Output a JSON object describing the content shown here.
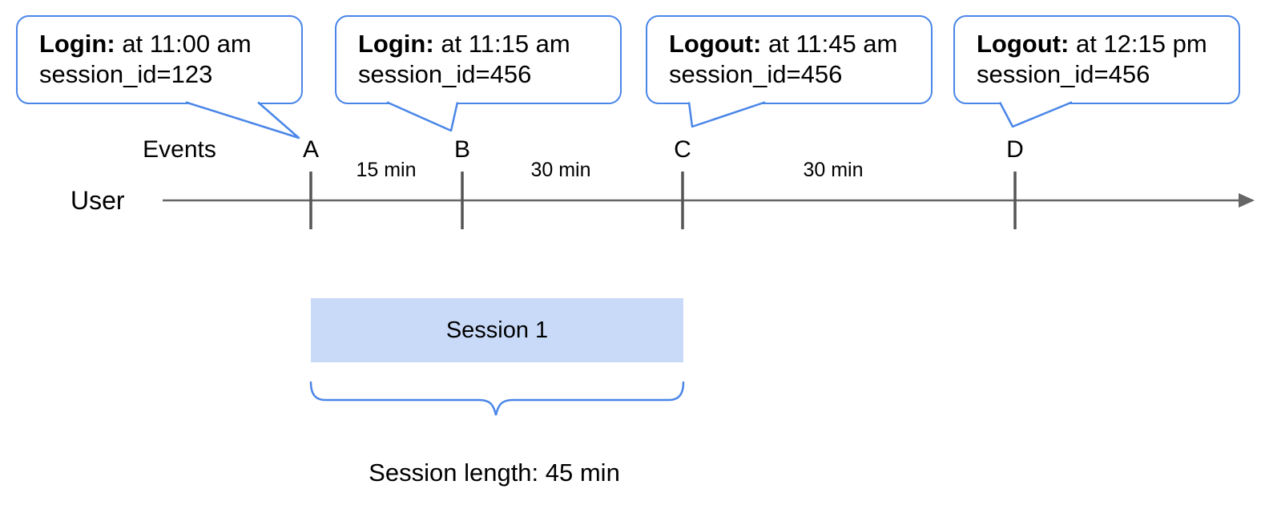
{
  "diagram": {
    "events": [
      {
        "id": "A",
        "type_label": "Login:",
        "time_text": "at 11:00 am",
        "session_text": "session_id=123"
      },
      {
        "id": "B",
        "type_label": "Login:",
        "time_text": "at 11:15 am",
        "session_text": "session_id=456"
      },
      {
        "id": "C",
        "type_label": "Logout:",
        "time_text": "at 11:45 am",
        "session_text": "session_id=456"
      },
      {
        "id": "D",
        "type_label": "Logout:",
        "time_text": "at 12:15 pm",
        "session_text": "session_id=456"
      }
    ],
    "axis": {
      "events_label": "Events",
      "user_label": "User"
    },
    "intervals": [
      {
        "label": "15 min"
      },
      {
        "label": "30 min"
      },
      {
        "label": "30 min"
      }
    ],
    "session_box": {
      "label": "Session 1"
    },
    "session_length_label": "Session length: 45 min",
    "colors": {
      "accent_blue": "#4a86e8",
      "session_fill": "#c9daf8",
      "line_gray": "#666666",
      "tick_gray": "#555555",
      "text": "#000000"
    }
  }
}
